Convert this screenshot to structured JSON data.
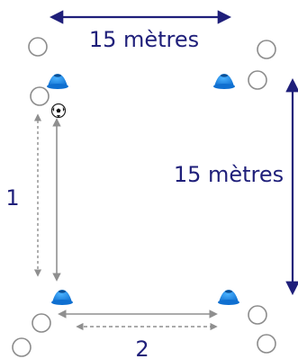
{
  "labels": {
    "top_distance": "15 mètres",
    "right_distance": "15 mètres",
    "left_number": "1",
    "bottom_number": "2"
  },
  "colors": {
    "text": "#1f1f7a",
    "cone": "#1e8de8",
    "player_circle": "#8c8c8c",
    "arrow_blue": "#1f1f7a",
    "arrow_grey": "#8f8f8f"
  },
  "icons": {
    "cone": "cone-icon",
    "player": "player-circle-icon",
    "ball": "soccer-ball-icon"
  }
}
